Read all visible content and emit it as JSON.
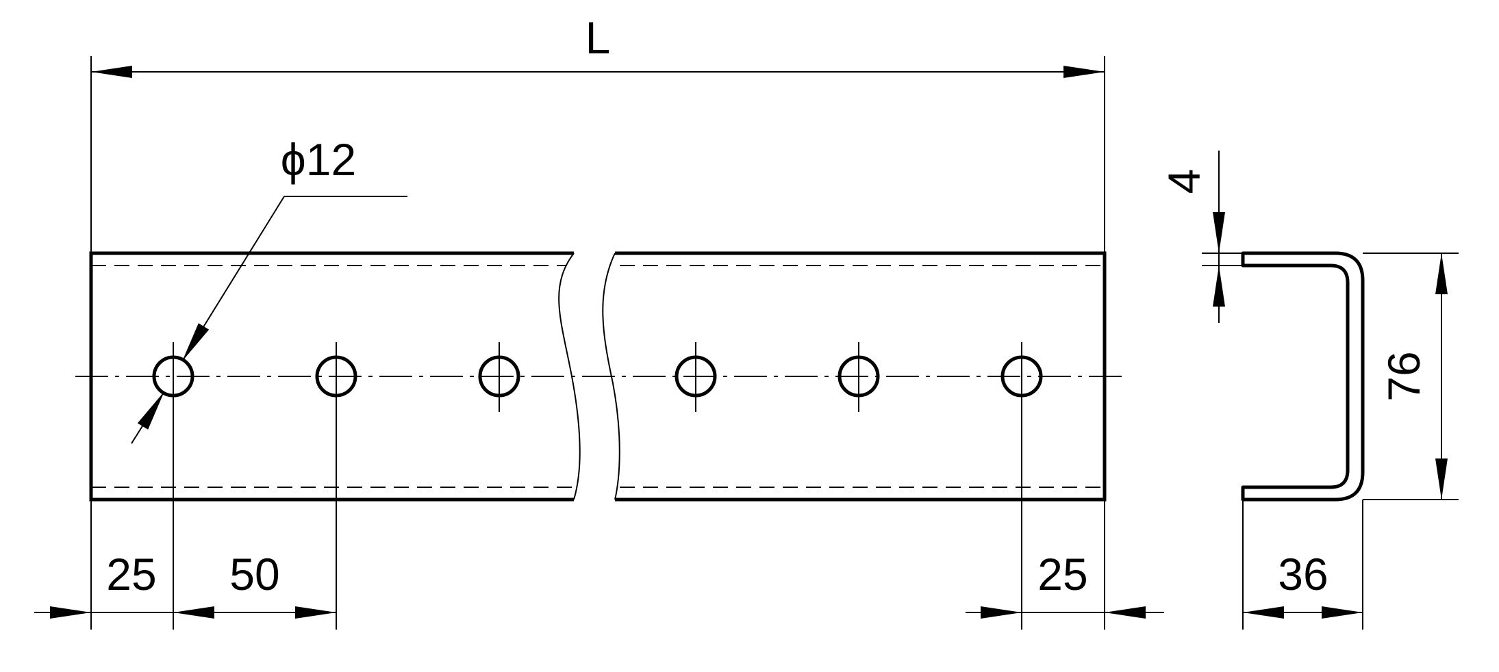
{
  "dimensions": {
    "length": "L",
    "hole_diameter": "ϕ12",
    "left_edge_to_hole": "25",
    "hole_pitch": "50",
    "right_edge_to_hole": "25",
    "thickness": "4",
    "height": "76",
    "width": "36"
  },
  "colors": {
    "line": "#000000",
    "background": "#ffffff"
  }
}
